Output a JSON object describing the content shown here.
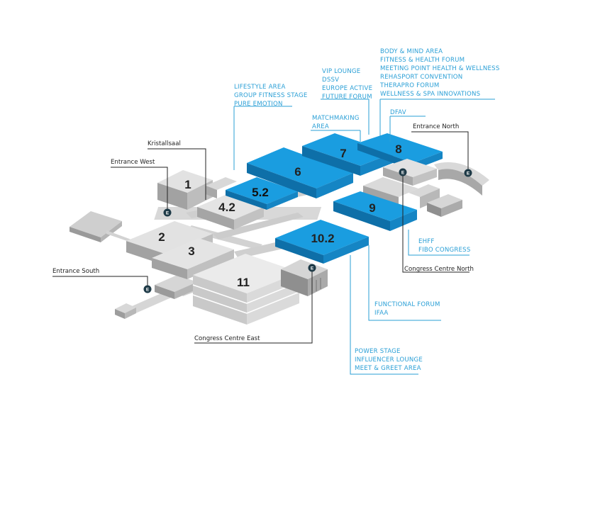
{
  "halls": {
    "h1": "1",
    "h2": "2",
    "h3": "3",
    "h4_2": "4.2",
    "h5_2": "5.2",
    "h6": "6",
    "h7": "7",
    "h8": "8",
    "h9": "9",
    "h10_2": "10.2",
    "h11": "11"
  },
  "entrance_marker": "E",
  "callouts": {
    "kristallsaal": "Kristallsaal",
    "entrance_west": "Entrance West",
    "entrance_south": "Entrance South",
    "entrance_north": "Entrance North",
    "congress_centre_east": "Congress Centre East",
    "congress_centre_north": "Congress Centre North",
    "lifestyle": [
      "LIFESTYLE AREA",
      "GROUP FITNESS STAGE",
      "PURE EMOTION"
    ],
    "vip": [
      "VIP LOUNGE",
      "DSSV",
      "EUROPE ACTIVE",
      "FUTURE FORUM"
    ],
    "body_mind": [
      "BODY & MIND AREA",
      "FITNESS & HEALTH FORUM",
      "MEETING POINT HEALTH & WELLNESS",
      "REHASPORT CONVENTION",
      "THERAPRO FORUM",
      "WELLNESS & SPA INNOVATIONS"
    ],
    "matchmaking": [
      "MATCHMAKING",
      "AREA"
    ],
    "dfav": [
      "DFAV"
    ],
    "ehff": [
      "EHFF",
      "FIBO CONGRESS"
    ],
    "functional": [
      "FUNCTIONAL FORUM",
      "IFAA"
    ],
    "power": [
      "POWER STAGE",
      "INFLUENCER LOUNGE",
      "MEET & GREET AREA"
    ]
  },
  "colors": {
    "hall_highlight": "#1a9de0",
    "hall_grey": "#dcdcdc",
    "label_blue": "#2a9fd6",
    "marker": "#1e3a47"
  }
}
